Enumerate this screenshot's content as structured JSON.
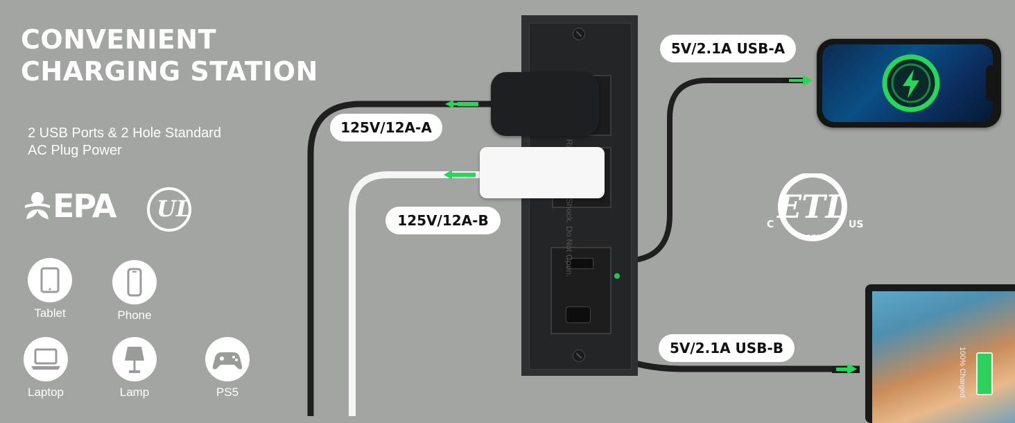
{
  "headline": {
    "line1": "CONVENIENT",
    "line2": "CHARGING STATION"
  },
  "subtitle": {
    "line1": "2 USB Ports & 2 Hole Standard",
    "line2": "AC Plug Power"
  },
  "certs": {
    "epa": "EPA",
    "ul": "UL",
    "etl_c": "C",
    "etl_us": "US",
    "etl_listed": "LISTED"
  },
  "devices": [
    {
      "label": "Tablet",
      "icon": "tablet-icon"
    },
    {
      "label": "Phone",
      "icon": "phone-icon"
    },
    {
      "label": "Laptop",
      "icon": "laptop-icon"
    },
    {
      "label": "Lamp",
      "icon": "lamp-icon"
    },
    {
      "label": "PS5",
      "icon": "gamepad-icon"
    }
  ],
  "callouts": {
    "ac_a": "125V/12A-A",
    "ac_b": "125V/12A-B",
    "usb_a": "5V/2.1A USB-A",
    "usb_b": "5V/2.1A USB-B"
  },
  "plate_text": "CAUTION: Risk Of Electric Shock. Do Not Open.",
  "laptop_text": "100% Charged",
  "colors": {
    "background": "#a3a5a2",
    "plate": "#2e2f31",
    "accent_green": "#27d65a"
  }
}
